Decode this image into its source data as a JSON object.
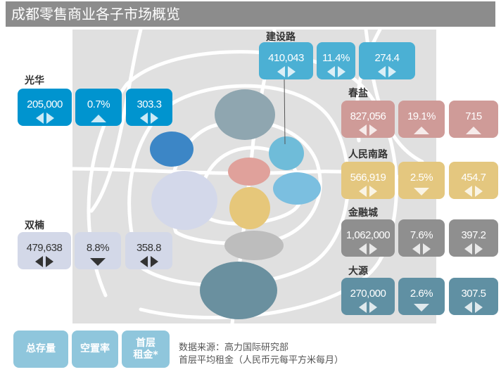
{
  "title": "成都零售商业各子市场概览",
  "districts": [
    {
      "name": "建设路",
      "color": "#4bb0d4",
      "text": "light",
      "values": [
        "410,043",
        "11.4%",
        "274.4"
      ],
      "indicators": [
        "lr",
        "lr",
        "lr"
      ]
    },
    {
      "name": "光华",
      "color": "#0094cf",
      "text": "light",
      "values": [
        "205,000",
        "0.7%",
        "303.3"
      ],
      "indicators": [
        "lr",
        "up",
        "lr"
      ]
    },
    {
      "name": "春盐",
      "color": "#cf9b98",
      "text": "light",
      "values": [
        "827,056",
        "19.1%",
        "715"
      ],
      "indicators": [
        "lr",
        "up",
        "up"
      ]
    },
    {
      "name": "人民南路",
      "color": "#e4c77f",
      "text": "light",
      "values": [
        "566,919",
        "2.5%",
        "454.7"
      ],
      "indicators": [
        "lr",
        "down",
        "lr"
      ]
    },
    {
      "name": "金融城",
      "color": "#8f8f8f",
      "text": "light",
      "values": [
        "1,062,000",
        "7.6%",
        "397.2"
      ],
      "indicators": [
        "lr",
        "lr",
        "lr"
      ]
    },
    {
      "name": "双楠",
      "color": "#d3d8e8",
      "text": "dark",
      "values": [
        "479,638",
        "8.8%",
        "358.8"
      ],
      "indicators": [
        "lr",
        "down",
        "lr"
      ]
    },
    {
      "name": "大源",
      "color": "#6090a3",
      "text": "light",
      "values": [
        "270,000",
        "2.6%",
        "307.5"
      ],
      "indicators": [
        "lr",
        "down",
        "lr"
      ]
    }
  ],
  "legend": [
    "总存量",
    "空置率",
    "首层\n租金*"
  ],
  "source": "数据来源：高力国际研究部",
  "note": "首层平均租金（人民币元每平方米每月）"
}
